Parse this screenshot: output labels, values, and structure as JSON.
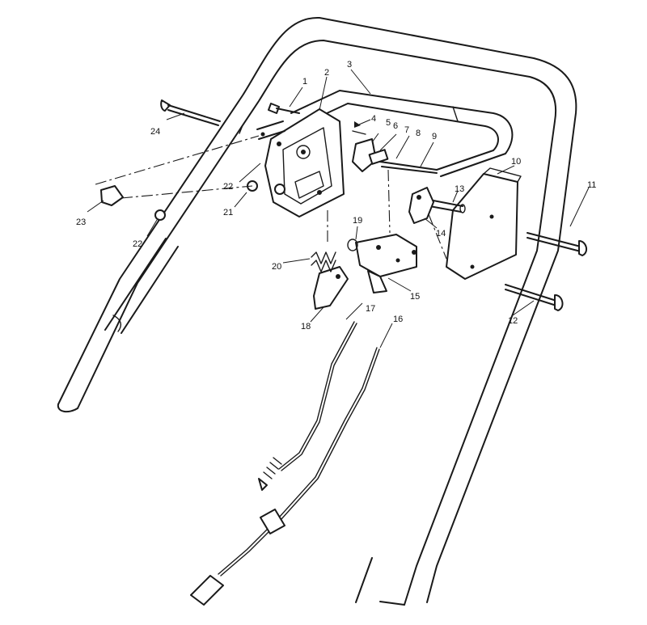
{
  "callouts": [
    {
      "id": "c1",
      "text": "1"
    },
    {
      "id": "c2",
      "text": "2"
    },
    {
      "id": "c3",
      "text": "3"
    },
    {
      "id": "c4",
      "text": "4"
    },
    {
      "id": "c5",
      "text": "5"
    },
    {
      "id": "c6",
      "text": "6"
    },
    {
      "id": "c7",
      "text": "7"
    },
    {
      "id": "c8",
      "text": "8"
    },
    {
      "id": "c9",
      "text": "9"
    },
    {
      "id": "c10",
      "text": "10"
    },
    {
      "id": "c11",
      "text": "11"
    },
    {
      "id": "c12",
      "text": "12"
    },
    {
      "id": "c13",
      "text": "13"
    },
    {
      "id": "c14",
      "text": "14"
    },
    {
      "id": "c15",
      "text": "15"
    },
    {
      "id": "c16",
      "text": "16"
    },
    {
      "id": "c17",
      "text": "17"
    },
    {
      "id": "c18",
      "text": "18"
    },
    {
      "id": "c19",
      "text": "19"
    },
    {
      "id": "c20",
      "text": "20"
    },
    {
      "id": "c21",
      "text": "21"
    },
    {
      "id": "c22a",
      "text": "22"
    },
    {
      "id": "c22b",
      "text": "22"
    },
    {
      "id": "c23",
      "text": "23"
    },
    {
      "id": "c24",
      "text": "24"
    }
  ]
}
